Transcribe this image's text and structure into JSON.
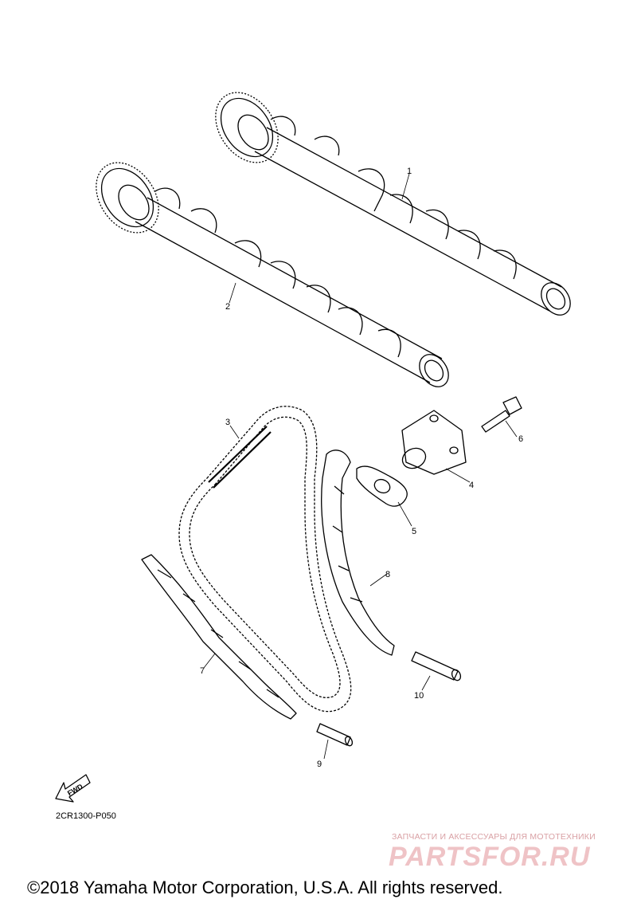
{
  "callouts": {
    "p1": "1",
    "p2": "2",
    "p3": "3",
    "p4": "4",
    "p5": "5",
    "p6": "6",
    "p7": "7",
    "p8": "8",
    "p9": "9",
    "p10": "10"
  },
  "fwd_label": "FWD",
  "diagram_code": "2CR1300-P050",
  "watermark": {
    "tagline": "ЗАПЧАСТИ И АКСЕССУАРЫ ДЛЯ МОТОТЕХНИКИ",
    "brand": "PARTSFOR.RU"
  },
  "copyright": "©2018 Yamaha Motor Corporation, U.S.A. All rights reserved.",
  "colors": {
    "line": "#000000",
    "watermark": "#efc3c6"
  }
}
